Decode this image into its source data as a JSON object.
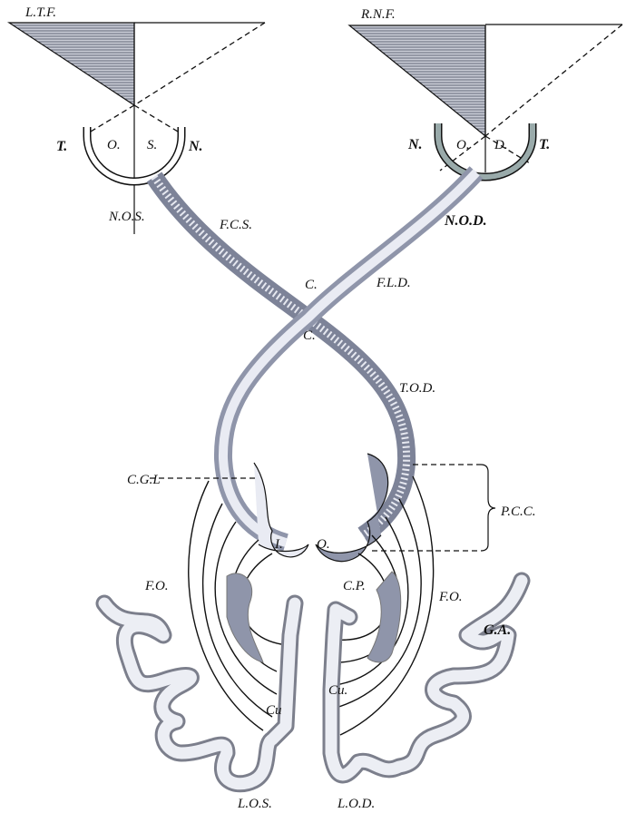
{
  "labels": {
    "ltf": "L.T.F.",
    "rnf": "R.N.F.",
    "left_eye": {
      "t": "T.",
      "o": "O.",
      "s": "S.",
      "n": "N."
    },
    "right_eye": {
      "n": "N.",
      "o": "O.",
      "d": "D.",
      "t": "T."
    },
    "nos": "N.O.S.",
    "fcs": "F.C.S.",
    "nod": "N.O.D.",
    "c_upper": "C.",
    "fld": "F.L.D.",
    "c_lower": "C.",
    "tod": "T.O.D.",
    "cgl": "C.G.L",
    "pcc": "P.C.C.",
    "i": "I.",
    "o": "O.",
    "fo_left": "F.O.",
    "cp": "C.P.",
    "fo_right": "F.O.",
    "ga": "G.A.",
    "cu_left": "Cu",
    "cu_right": "Cu.",
    "los": "L.O.S.",
    "lod": "L.O.D."
  },
  "colors": {
    "ink": "#111111",
    "shade": "#8f95aa",
    "paper": "#ffffff"
  }
}
